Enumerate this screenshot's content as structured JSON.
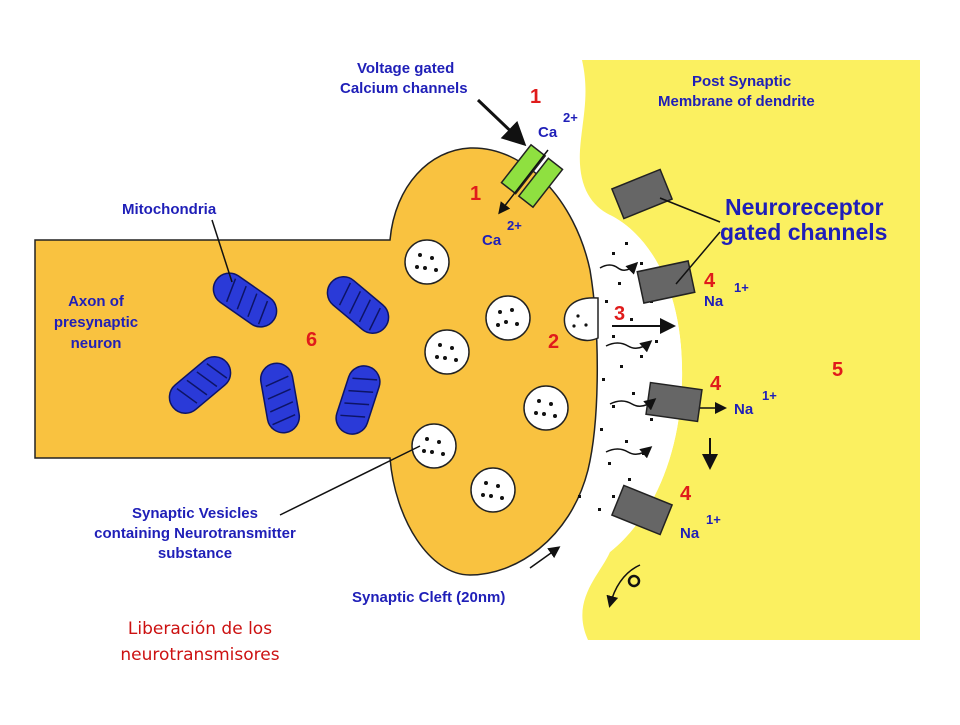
{
  "labels": {
    "vgcc": [
      "Voltage gated",
      "Calcium channels"
    ],
    "post": [
      "Post Synaptic",
      "Membrane of dendrite"
    ],
    "mito": "Mitochondria",
    "axon": [
      "Axon of",
      "presynaptic",
      "neuron"
    ],
    "receptor": [
      "Neuroreceptor",
      "gated channels"
    ],
    "vesicles": [
      "Synaptic Vesicles",
      "containing Neurotransmitter",
      "substance"
    ],
    "cleft": "Synaptic Cleft (20nm)"
  },
  "ions": {
    "ca": "Ca",
    "ca_charge": "2+",
    "na": "Na",
    "na_charge": "1+"
  },
  "numbers": [
    "1",
    "1",
    "2",
    "3",
    "4",
    "4",
    "4",
    "5",
    "6"
  ],
  "caption": [
    "Liberación de los",
    "neurotransmisores"
  ],
  "colors": {
    "axon": "#f9c240",
    "dendrite": "#fbf060",
    "mitochondria": "#2a3ad8",
    "channel": "#8fe040",
    "receptor": "#666666",
    "label": "#1f1fb8",
    "number": "#e01b1b",
    "caption": "#cc1111"
  }
}
